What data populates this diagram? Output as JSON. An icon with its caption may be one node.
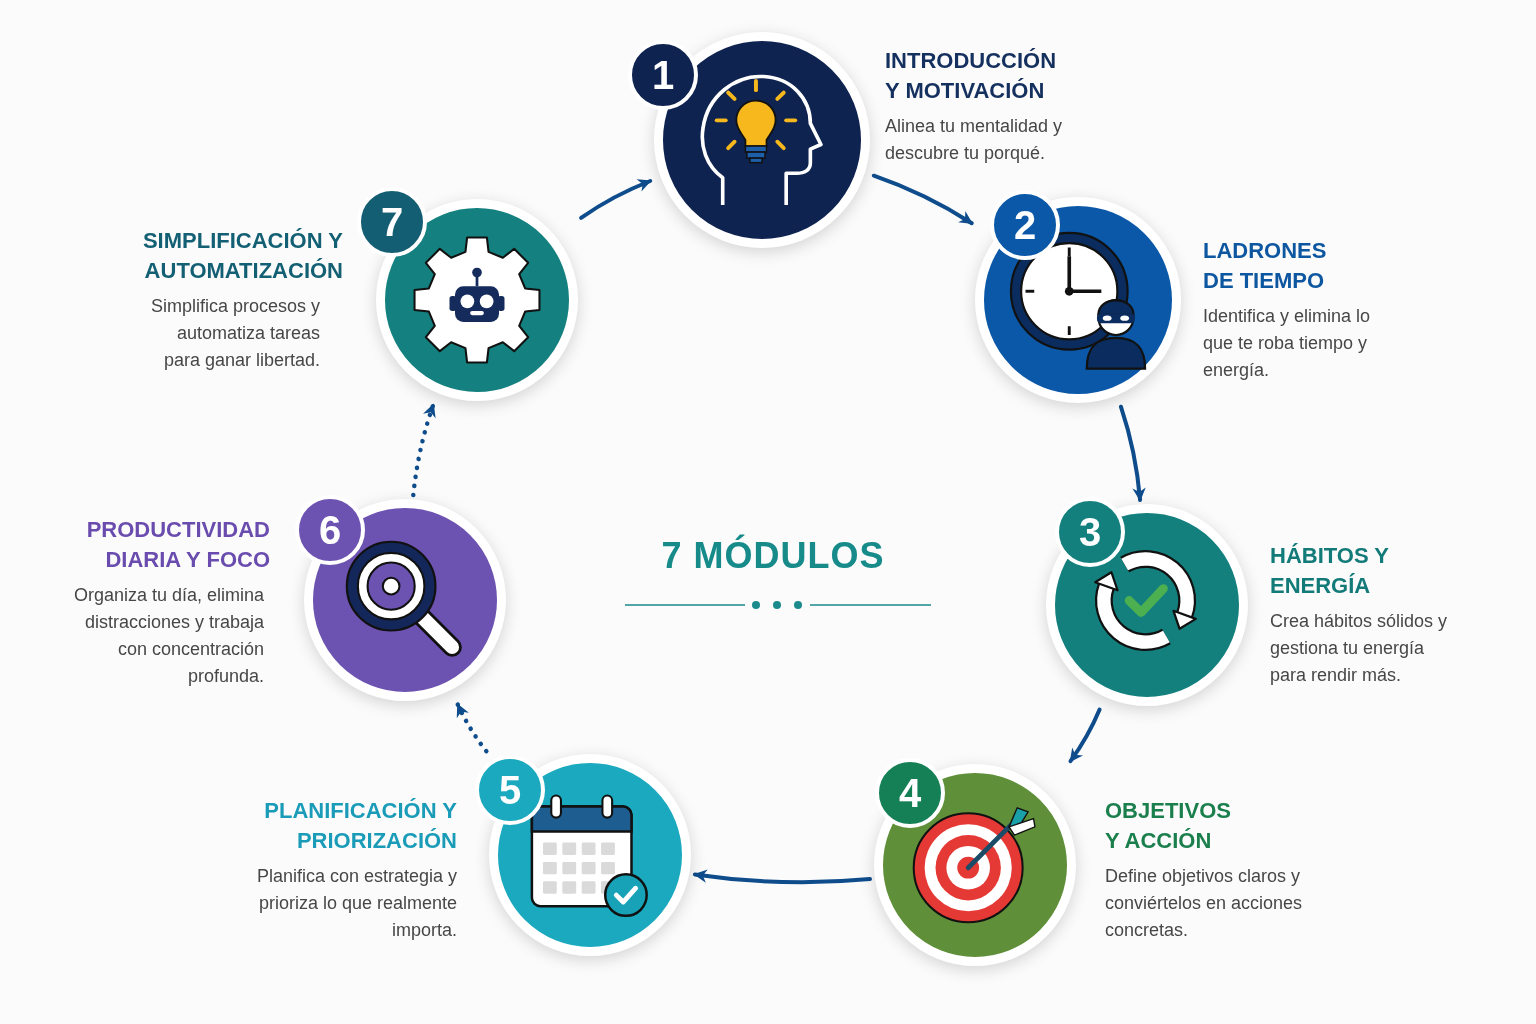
{
  "diagram": {
    "title": "7 MÓDULOS",
    "nodes": [
      {
        "text": [
          "1",
          "INTRODUCCIÓN Y MOTIVACIÓN"
        ],
        "beside": [
          "Alinea tu mentalidad y descubre tu porqué."
        ]
      },
      {
        "text": [
          "2",
          "LADRONES DE TIEMPO"
        ],
        "beside": [
          "Identifica y elimina lo que te roba tiempo y energía."
        ]
      },
      {
        "text": [
          "3",
          "HÁBITOS Y ENERGÍA"
        ],
        "beside": [
          "Crea hábitos sólidos y gestiona tu energía para rendir más."
        ]
      },
      {
        "text": [
          "4",
          "OBJETIVOS Y ACCIÓN"
        ],
        "beside": [
          "Define objetivos claros y conviértelos en acciones concretas."
        ]
      },
      {
        "text": [
          "5",
          "PLANIFICACIÓN Y PRIORIZACIÓN"
        ],
        "beside": [
          "Planifica con estrategia y prioriza lo que realmente importa."
        ]
      },
      {
        "text": [
          "PRODUCTIVIDAD DIARIA Y FOCO",
          "6"
        ],
        "beside": [
          "Organiza tu día, elimina distracciones y trabaja con concentración profunda."
        ]
      },
      {
        "text": [
          "7",
          "SIMPLIFICACIÓN Y AUTOMATIZACIÓN"
        ],
        "beside": [
          "Simplifica procesos y automatiza tareas para ganar libertad."
        ]
      }
    ],
    "edges": [
      {
        "from": 0,
        "to": 1,
        "arrow": "to"
      },
      {
        "from": 1,
        "to": 2,
        "arrow": "to"
      },
      {
        "from": 2,
        "to": 3,
        "arrow": "to"
      },
      {
        "from": 3,
        "to": 4,
        "arrow": "to"
      },
      {
        "from": 4,
        "to": 5,
        "arrow": "to",
        "style": "dashed"
      },
      {
        "from": 5,
        "to": 6,
        "arrow": "to",
        "style": "dashed"
      },
      {
        "from": 6,
        "to": 0,
        "arrow": "to"
      }
    ]
  }
}
